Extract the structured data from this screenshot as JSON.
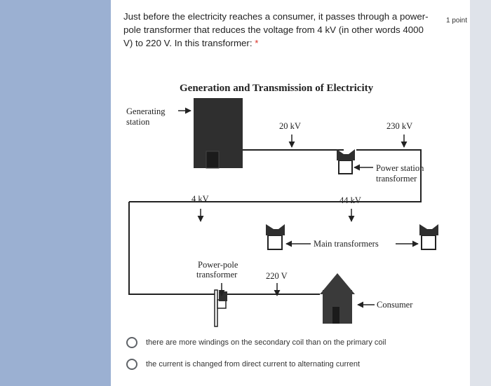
{
  "question": {
    "text_line1": "Just before the electricity reaches a consumer, it passes through a power-",
    "text_line2": "pole transformer that reduces the voltage from 4 kV (in other words 4000",
    "text_line3": "V) to 220 V. In this transformer:",
    "required_mark": "*",
    "points": "1 point"
  },
  "diagram": {
    "title": "Generation and Transmission of Electricity",
    "labels": {
      "generating_1": "Generating",
      "generating_2": "station",
      "v20": "20 kV",
      "v230": "230 kV",
      "power_station_1": "Power station",
      "power_station_2": "transformer",
      "v4": "4 kV",
      "v44": "44 kV",
      "main_transformers": "Main transformers",
      "power_pole_1": "Power-pole",
      "power_pole_2": "transformer",
      "v220": "220 V",
      "consumer": "Consumer"
    },
    "colors": {
      "ink": "#222222",
      "building": "#2f2f2f",
      "house": "#3a3a3a"
    }
  },
  "options": [
    {
      "label": "there are more windings on the secondary coil than on the primary coil"
    },
    {
      "label": "the current is changed from direct current to alternating current"
    }
  ]
}
